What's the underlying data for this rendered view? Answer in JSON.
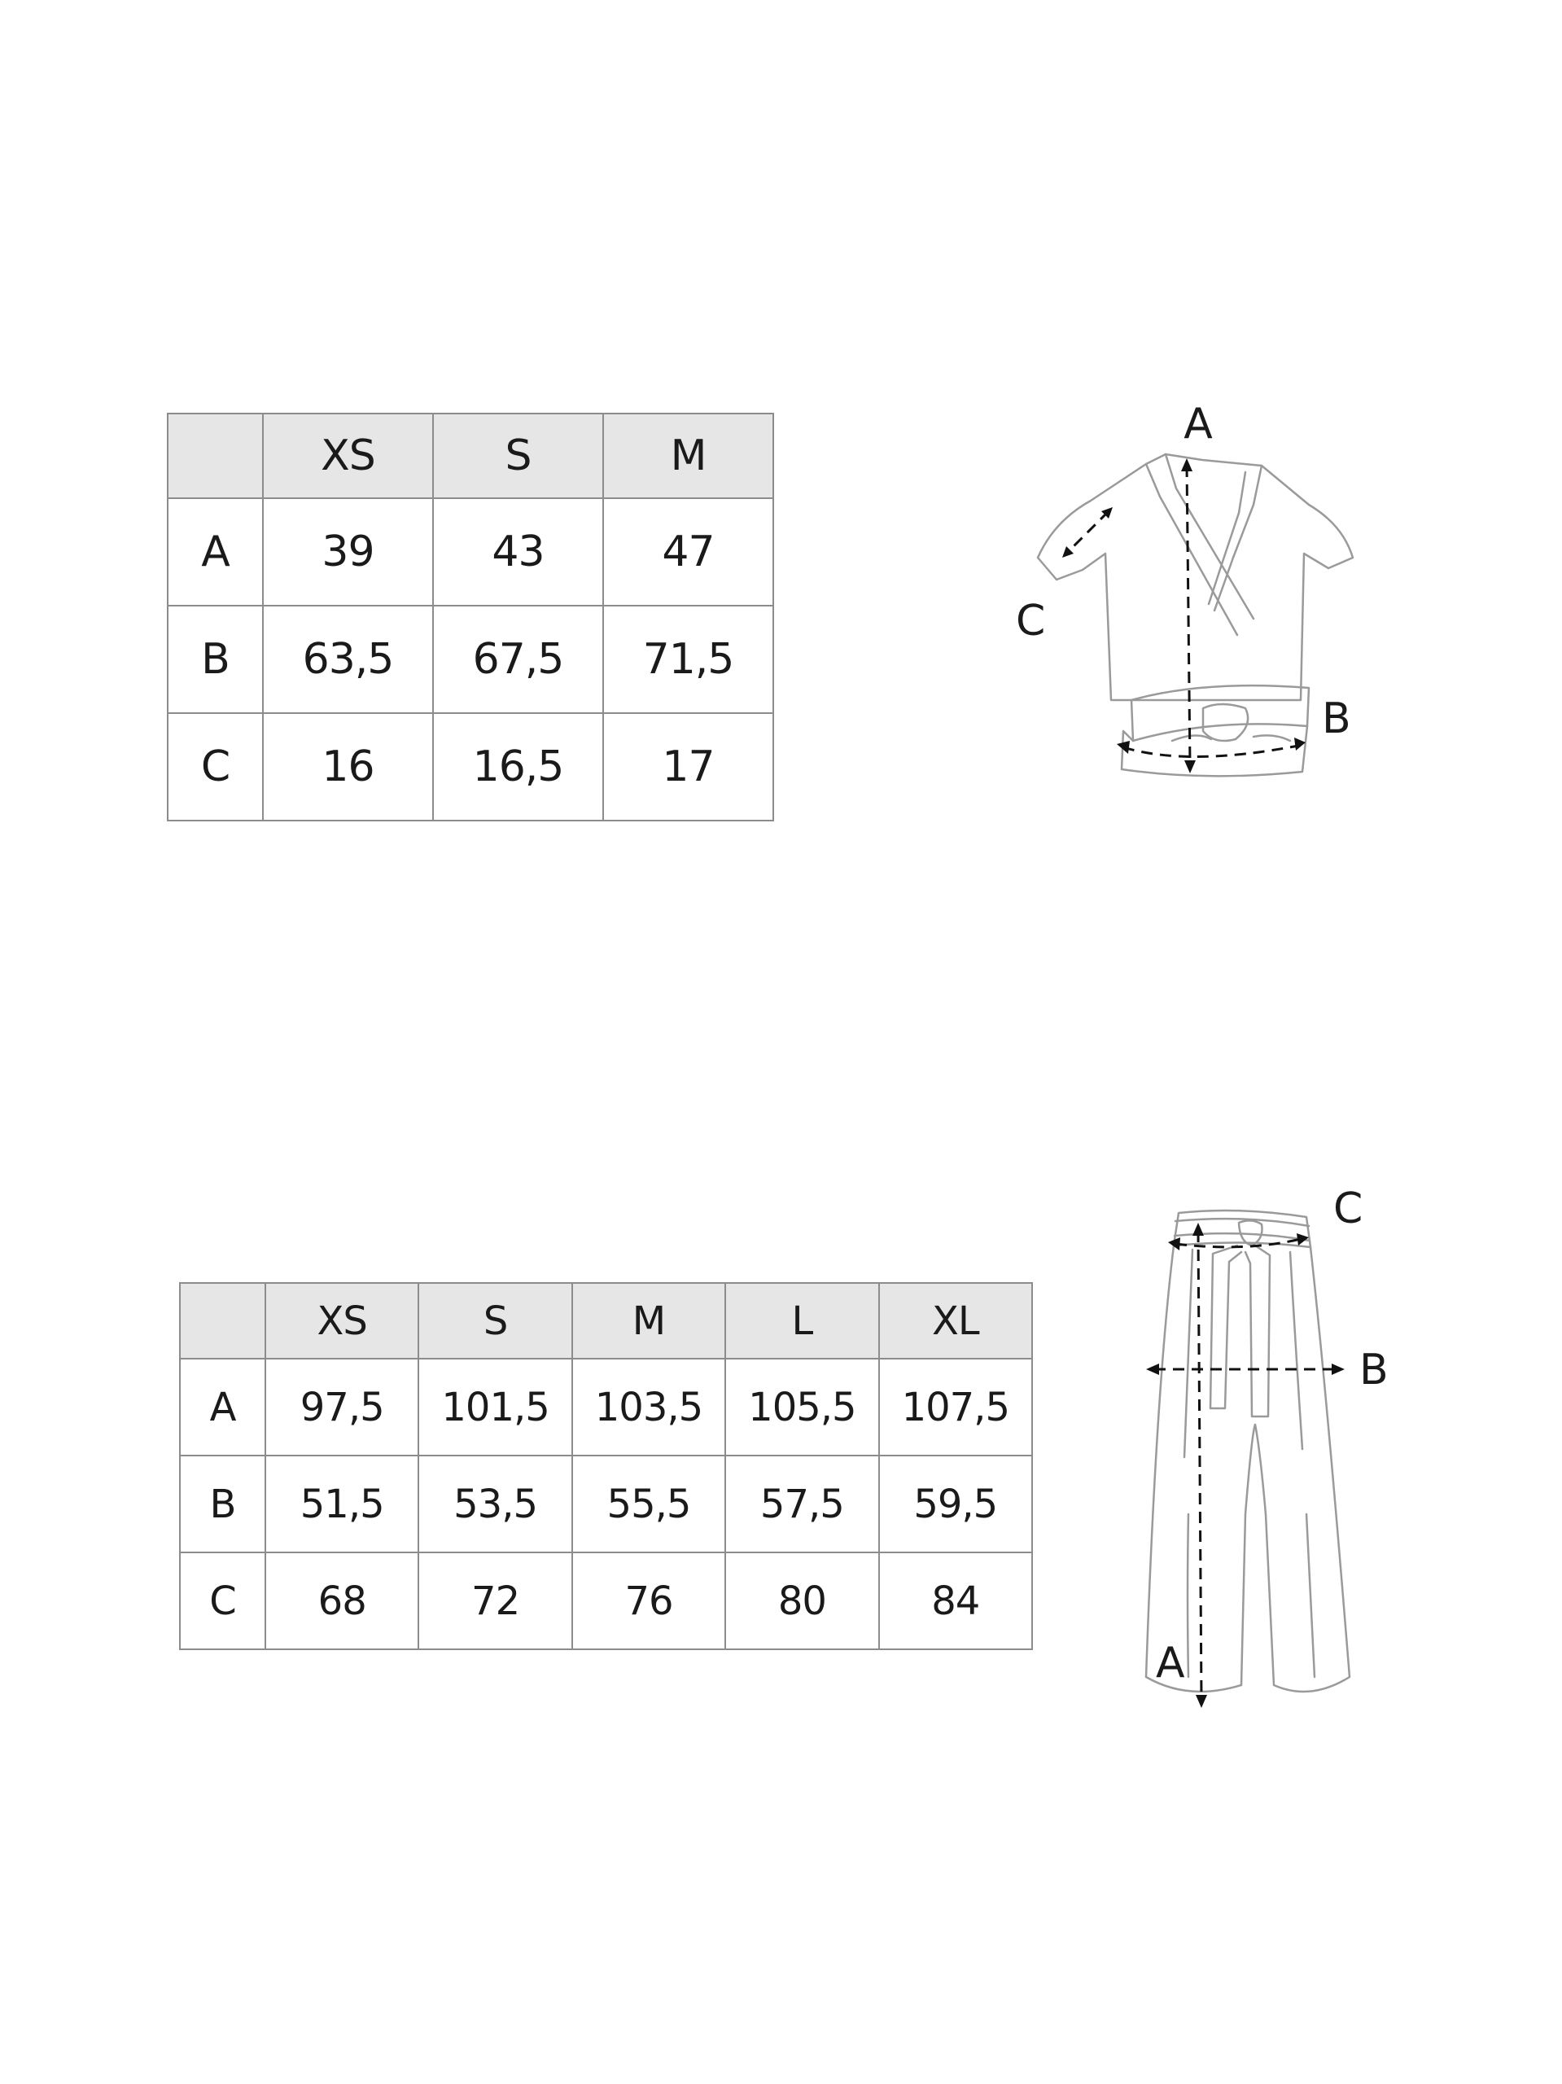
{
  "top_table": {
    "headers": [
      "",
      "XS",
      "S",
      "M"
    ],
    "rows": [
      {
        "label": "A",
        "values": [
          "39",
          "43",
          "47"
        ]
      },
      {
        "label": "B",
        "values": [
          "63,5",
          "67,5",
          "71,5"
        ]
      },
      {
        "label": "C",
        "values": [
          "16",
          "16,5",
          "17"
        ]
      }
    ]
  },
  "bottom_table": {
    "headers": [
      "",
      "XS",
      "S",
      "M",
      "L",
      "XL"
    ],
    "rows": [
      {
        "label": "A",
        "values": [
          "97,5",
          "101,5",
          "103,5",
          "105,5",
          "107,5"
        ]
      },
      {
        "label": "B",
        "values": [
          "51,5",
          "53,5",
          "55,5",
          "57,5",
          "59,5"
        ]
      },
      {
        "label": "C",
        "values": [
          "68",
          "72",
          "76",
          "80",
          "84"
        ]
      }
    ]
  },
  "top_garment": {
    "labels": {
      "a": "A",
      "b": "B",
      "c": "C"
    }
  },
  "bottom_garment": {
    "labels": {
      "a": "A",
      "b": "B",
      "c": "C"
    }
  },
  "colors": {
    "header_bg": "#e6e6e6",
    "border": "#8c8c8c",
    "garment_outline": "#9a9a9a",
    "measure_line": "#111111"
  }
}
